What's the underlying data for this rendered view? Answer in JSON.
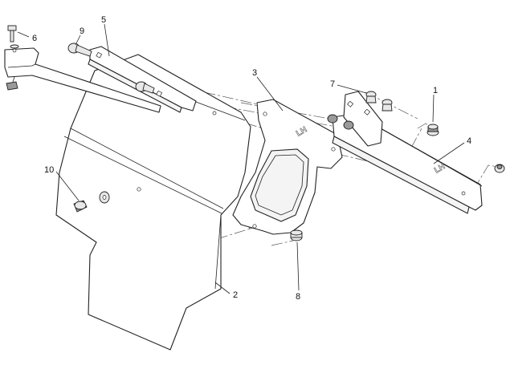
{
  "callouts": {
    "c1": "1",
    "c2": "2",
    "c3": "3",
    "c4": "4",
    "c5": "5",
    "c6": "6",
    "c7": "7",
    "c8": "8",
    "c9": "9",
    "c10": "10"
  },
  "stamps": {
    "bracket_lh": "LH",
    "support_lh": "LH"
  },
  "colors": {
    "line": "#222222",
    "background": "#ffffff"
  }
}
